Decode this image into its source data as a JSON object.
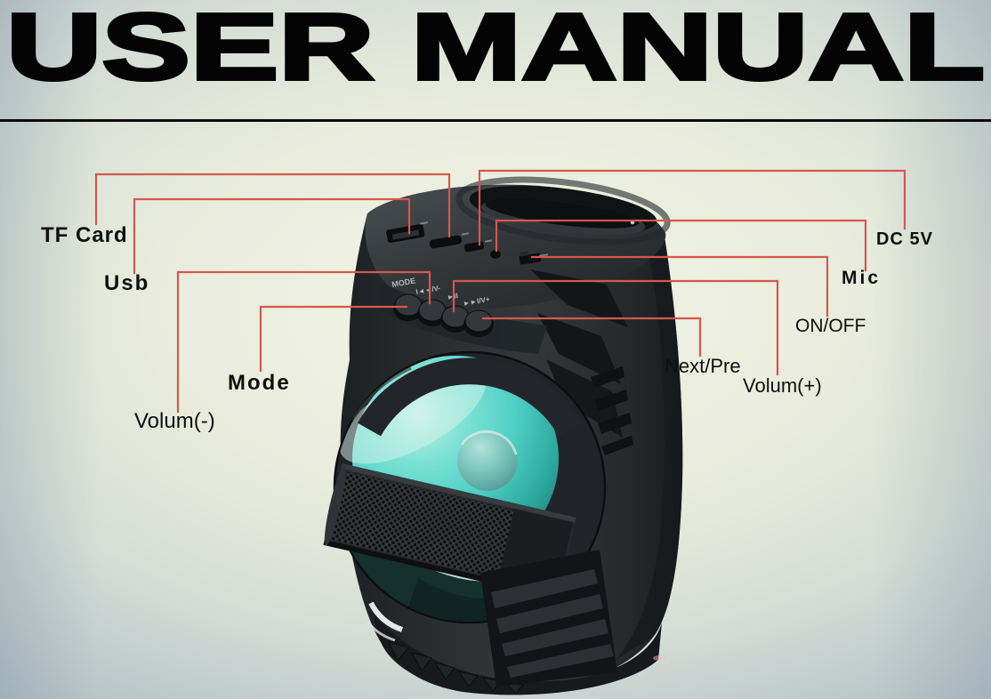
{
  "title": "USER MANUAL",
  "colors": {
    "leader_line": "#d4584d",
    "label_text": "#0f0f0f",
    "speaker_glow_teal": "#4fd0c5",
    "background_center": "#f2f3e5",
    "background_edge": "#98aab8"
  },
  "callouts": {
    "tf_card": {
      "label": "TF Card",
      "target": "tf-card-slot"
    },
    "usb": {
      "label": "Usb",
      "target": "usb-port"
    },
    "mode": {
      "label": "Mode",
      "target": "mode-button"
    },
    "volum_minus": {
      "label": "Volum(-)",
      "target": "prev-volume-down-button"
    },
    "dc_5v": {
      "label": "DC 5V",
      "target": "dc-power-port"
    },
    "mic": {
      "label": "Mic",
      "target": "mic-hole"
    },
    "on_off": {
      "label": "ON/OFF",
      "target": "power-switch"
    },
    "next_pre": {
      "label": "Next/Pre",
      "target": "next-volume-up-button"
    },
    "volum_plus": {
      "label": "Volum(+)",
      "target": "play-pause-button"
    }
  },
  "speaker_panel": {
    "mode_button": "MODE",
    "prev_volume_down_button": "I◄◄/V-",
    "play_pause_button": "►II",
    "next_volume_up_button": "►►I/V+"
  }
}
